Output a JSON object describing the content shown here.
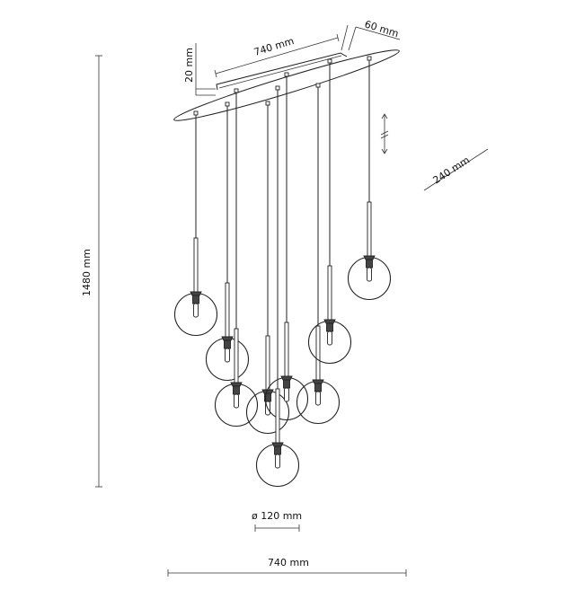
{
  "title": "Pendant lamp dimension drawing",
  "dimensions": {
    "canopy_length": "740 mm",
    "canopy_width": "60 mm",
    "canopy_height": "20 mm",
    "canopy_depth": "240 mm",
    "total_height": "1480 mm",
    "globe_diameter": "ø 120 mm",
    "total_width": "740 mm"
  },
  "lamp": {
    "globe_count": 9,
    "stroke_color": "#222222"
  }
}
